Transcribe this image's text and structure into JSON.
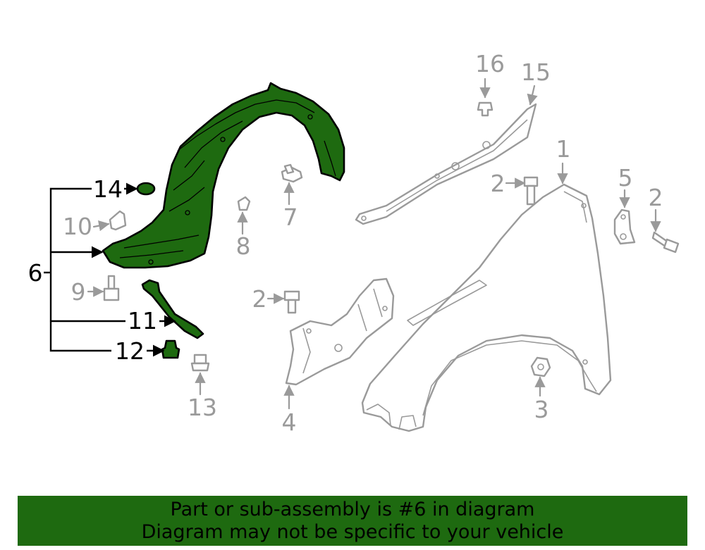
{
  "callouts": {
    "c1": "1",
    "c2a": "2",
    "c2b": "2",
    "c2c": "2",
    "c3": "3",
    "c4": "4",
    "c5": "5",
    "c6": "6",
    "c7": "7",
    "c8": "8",
    "c9": "9",
    "c10": "10",
    "c11": "11",
    "c12": "12",
    "c13": "13",
    "c14": "14",
    "c15": "15",
    "c16": "16"
  },
  "colors": {
    "highlight": "#1e6a10",
    "unselected": "#9a9a9a"
  },
  "banner": {
    "line1": "Part or sub-assembly is #6 in diagram",
    "line2": "Diagram may not be specific to your vehicle"
  }
}
